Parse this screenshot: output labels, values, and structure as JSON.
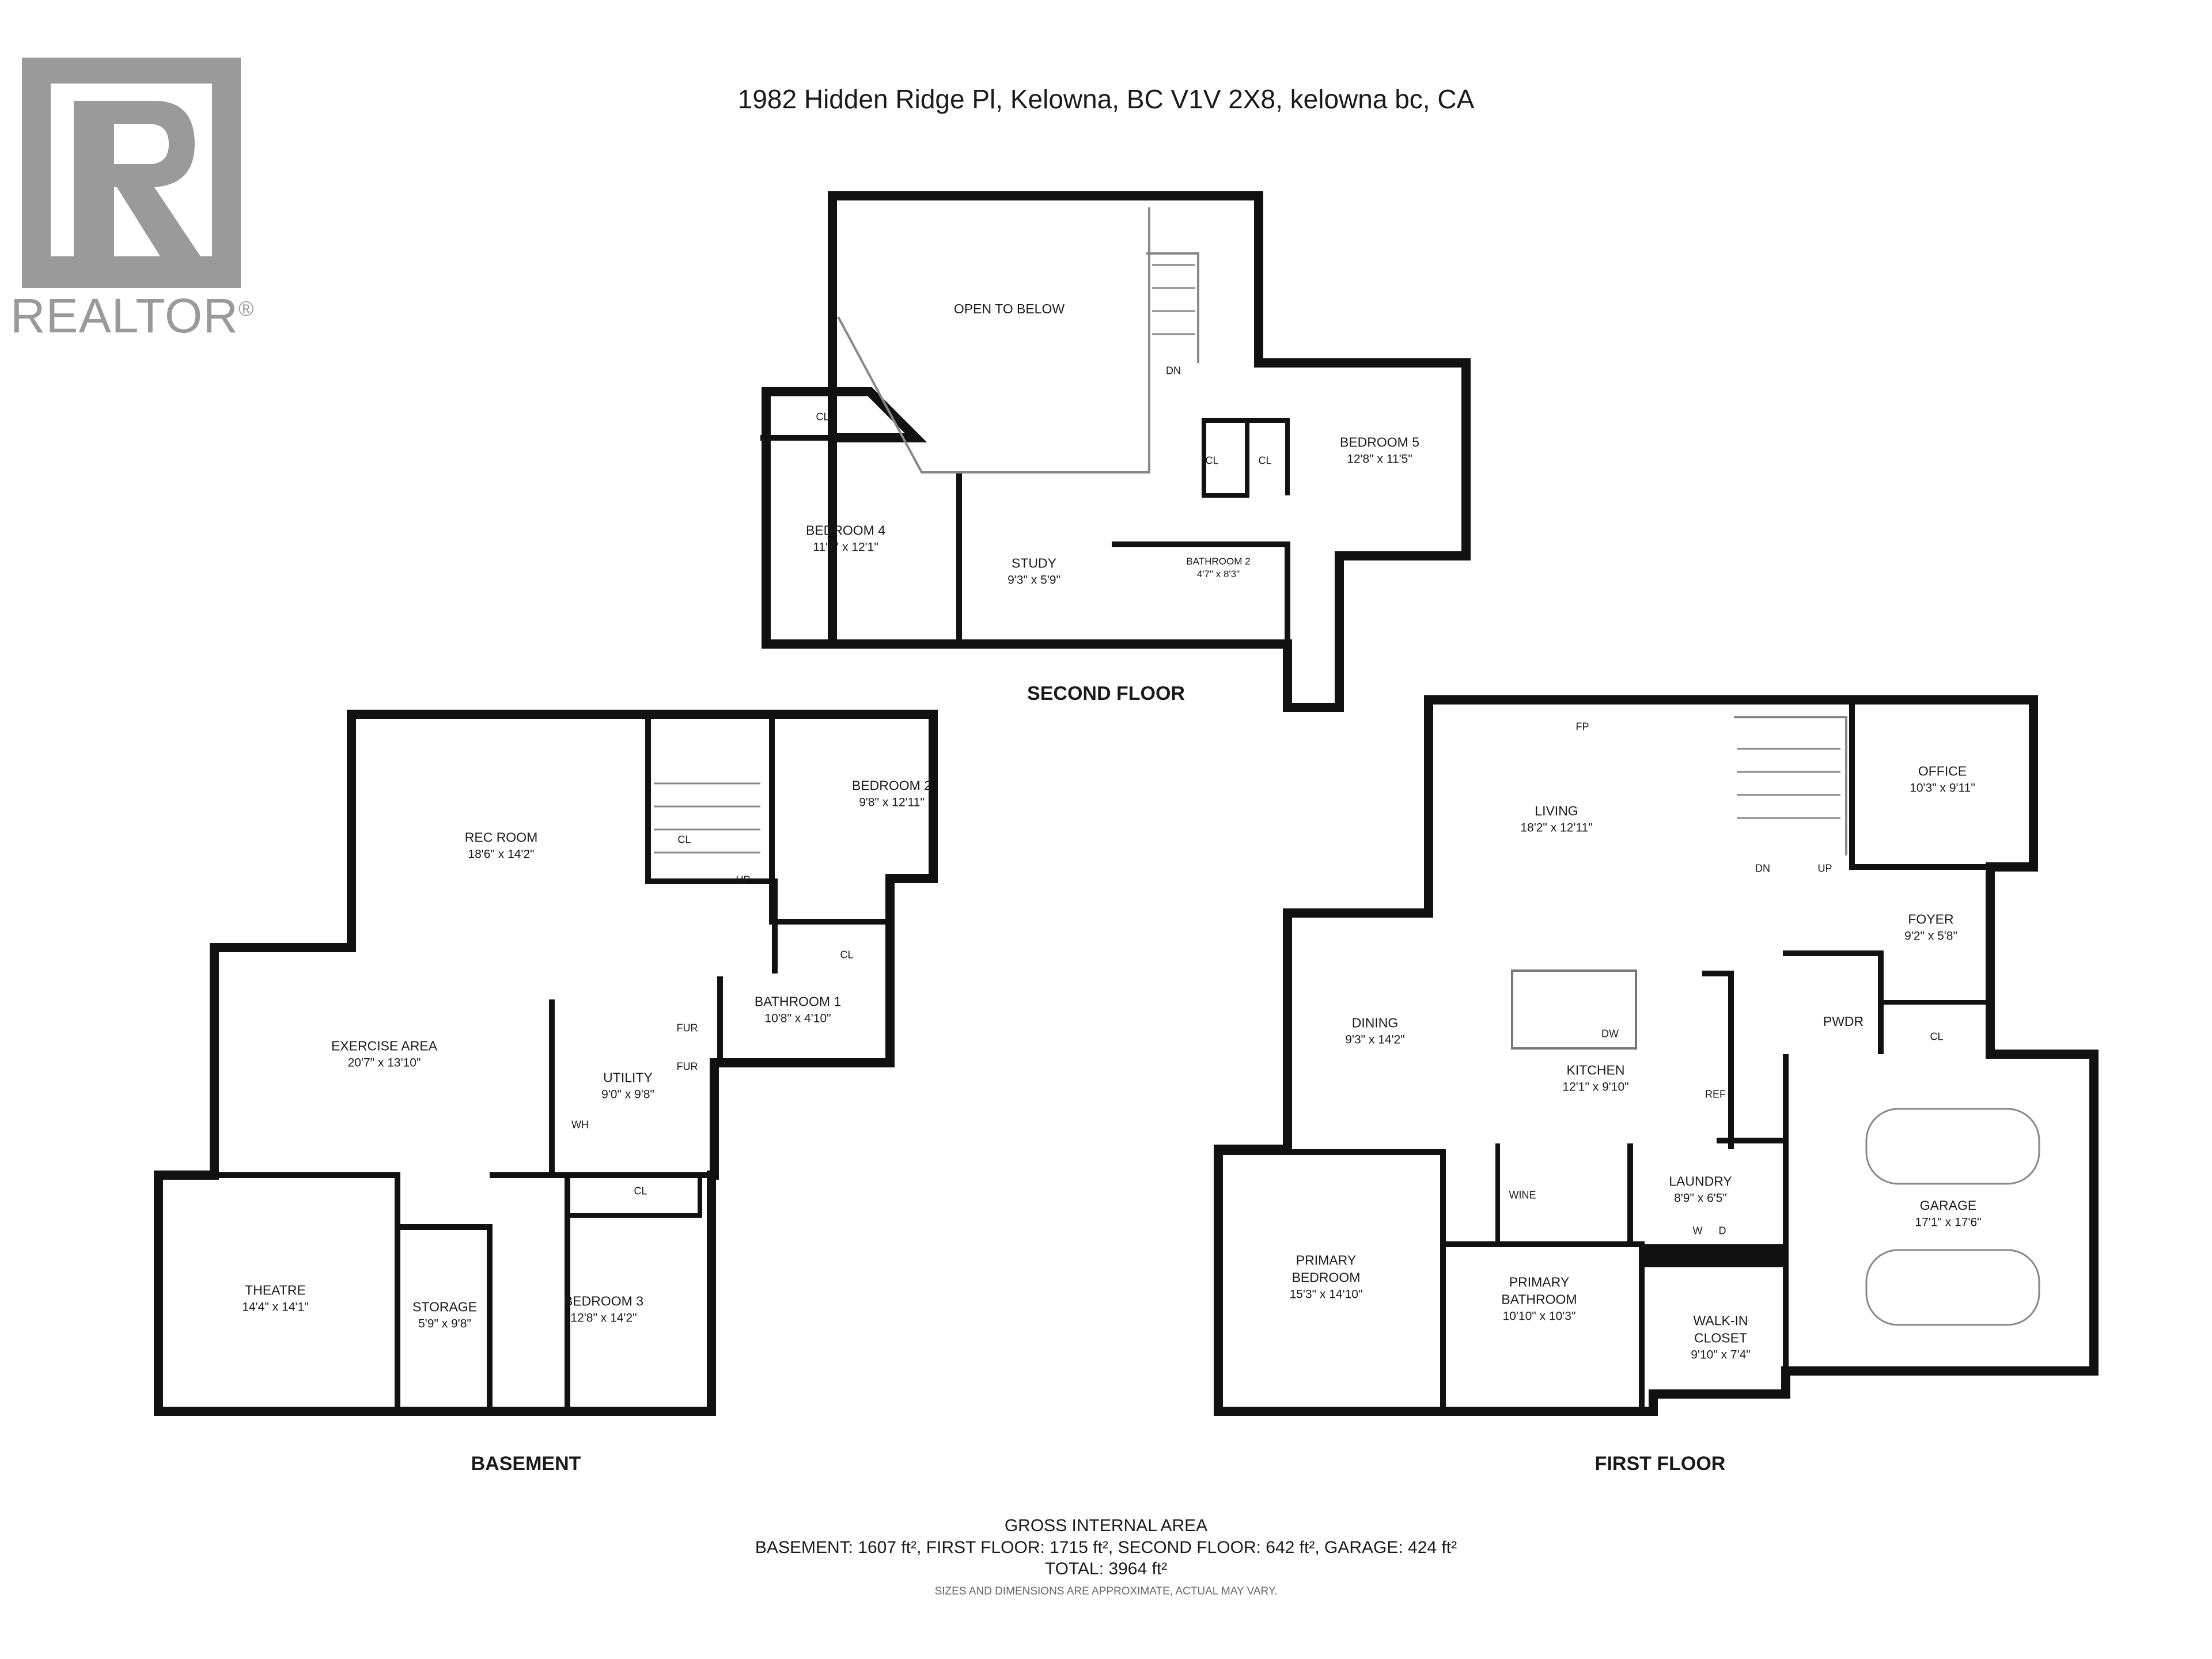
{
  "header": {
    "address": "1982 Hidden Ridge Pl, Kelowna, BC V1V 2X8, kelowna bc, CA"
  },
  "logo": {
    "text": "REALTOR",
    "mark": "®",
    "letter": "R"
  },
  "floors": {
    "second": "SECOND FLOOR",
    "basement": "BASEMENT",
    "first": "FIRST FLOOR"
  },
  "rooms": {
    "open_to_below": {
      "name": "OPEN TO BELOW"
    },
    "bedroom4": {
      "name": "BEDROOM 4",
      "dim": "11'7\" x 12'1\""
    },
    "study": {
      "name": "STUDY",
      "dim": "9'3\" x 5'9\""
    },
    "bathroom2": {
      "name": "BATHROOM 2",
      "dim": "4'7\" x 8'3\""
    },
    "bedroom5": {
      "name": "BEDROOM 5",
      "dim": "12'8\" x 11'5\""
    },
    "rec_room": {
      "name": "REC ROOM",
      "dim": "18'6\" x 14'2\""
    },
    "bedroom2": {
      "name": "BEDROOM 2",
      "dim": "9'8\" x 12'11\""
    },
    "exercise": {
      "name": "EXERCISE AREA",
      "dim": "20'7\" x 13'10\""
    },
    "bathroom1": {
      "name": "BATHROOM 1",
      "dim": "10'8\" x 4'10\""
    },
    "utility": {
      "name": "UTILITY",
      "dim": "9'0\" x 9'8\""
    },
    "theatre": {
      "name": "THEATRE",
      "dim": "14'4\" x 14'1\""
    },
    "storage": {
      "name": "STORAGE",
      "dim": "5'9\" x 9'8\""
    },
    "bedroom3": {
      "name": "BEDROOM 3",
      "dim": "12'8\" x 14'2\""
    },
    "living": {
      "name": "LIVING",
      "dim": "18'2\" x 12'11\""
    },
    "office": {
      "name": "OFFICE",
      "dim": "10'3\" x 9'11\""
    },
    "foyer": {
      "name": "FOYER",
      "dim": "9'2\" x 5'8\""
    },
    "dining": {
      "name": "DINING",
      "dim": "9'3\" x 14'2\""
    },
    "kitchen": {
      "name": "KITCHEN",
      "dim": "12'1\" x 9'10\""
    },
    "pwdr": {
      "name": "PWDR"
    },
    "laundry": {
      "name": "LAUNDRY",
      "dim": "8'9\" x 6'5\""
    },
    "garage": {
      "name": "GARAGE",
      "dim": "17'1\" x 17'6\""
    },
    "primary_bedroom": {
      "name": "PRIMARY BEDROOM",
      "dim": "15'3\" x 14'10\""
    },
    "primary_bathroom": {
      "name": "PRIMARY BATHROOM",
      "dim": "10'10\" x 10'3\""
    },
    "walkin": {
      "name": "WALK-IN CLOSET",
      "dim": "9'10\" x 7'4\""
    }
  },
  "fixtures": {
    "cl": "CL",
    "dn": "DN",
    "up": "UP",
    "fp": "FP",
    "dw": "DW",
    "ref": "REF",
    "wine": "WINE",
    "w": "W",
    "d": "D",
    "fur": "FUR",
    "wh": "WH"
  },
  "footer": {
    "gia": "GROSS INTERNAL AREA",
    "areas": "BASEMENT:  1607 ft², FIRST FLOOR:  1715 ft², SECOND FLOOR:  642 ft², GARAGE:  424 ft²",
    "total": "TOTAL:  3964 ft²",
    "note": "SIZES AND DIMENSIONS ARE APPROXIMATE, ACTUAL MAY VARY."
  },
  "colors": {
    "wall": "#111111",
    "logo": "#9a9a9a",
    "fixture_fill": "#d7d7d7"
  }
}
